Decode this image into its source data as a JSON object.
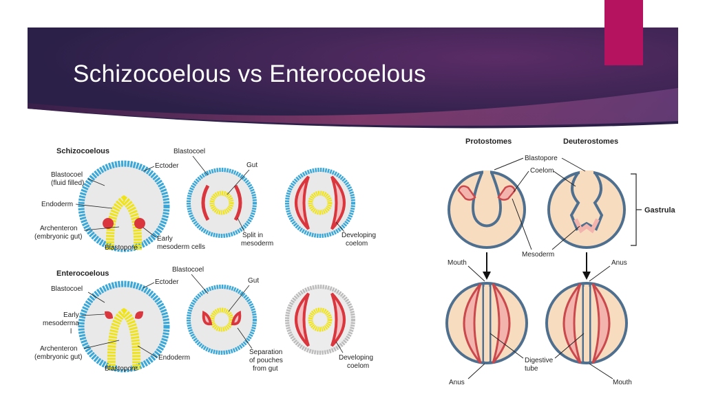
{
  "slide": {
    "title": "Schizocoelous vs Enterocoelous",
    "colors": {
      "banner_dark": "#2a1f48",
      "banner_light": "#6a2c62",
      "accent": "#b5125f"
    }
  },
  "left_figure": {
    "schizo": {
      "heading": "Schizocoelous",
      "blastocoel_fluid_1": "Blastocoel",
      "blastocoel_fluid_2": "(fluid filled)",
      "ectoder": "Ectoder",
      "endoderm": "Endoderm",
      "archenteron_1": "Archenteron",
      "archenteron_2": "(embryonic gut)",
      "blastopore": "Blastopore",
      "early_meso_1": "Early",
      "early_meso_2": "mesoderm cells",
      "blastocoel": "Blastocoel",
      "gut": "Gut",
      "split_1": "Split in",
      "split_2": "mesoderm",
      "dev_1": "Developing",
      "dev_2": "coelom"
    },
    "entero": {
      "heading": "Enterocoelous",
      "blastocoel_1": "Blastocoel",
      "early_1": "Early",
      "early_2": "mesoderma",
      "early_3": "l",
      "ectoder": "Ectoder",
      "archenteron_1": "Archenteron",
      "archenteron_2": "(embryonic gut)",
      "blastopore": "Blastopore",
      "endoderm": "Endoderm",
      "blastocoel": "Blastocoel",
      "gut": "Gut",
      "sep_1": "Separation",
      "sep_2": "of pouches",
      "sep_3": "from gut",
      "dev_1": "Developing",
      "dev_2": "coelom"
    }
  },
  "right_figure": {
    "protostomes": "Protostomes",
    "deuterostomes": "Deuterostomes",
    "blastopore": "Blastopore",
    "coelom": "Coelom",
    "gastrula": "Gastrula",
    "mesoderm": "Mesoderm",
    "mouth_top": "Mouth",
    "anus_top": "Anus",
    "digestive_1": "Digestive",
    "digestive_2": "tube",
    "anus_bottom": "Anus",
    "mouth_bottom": "Mouth"
  }
}
